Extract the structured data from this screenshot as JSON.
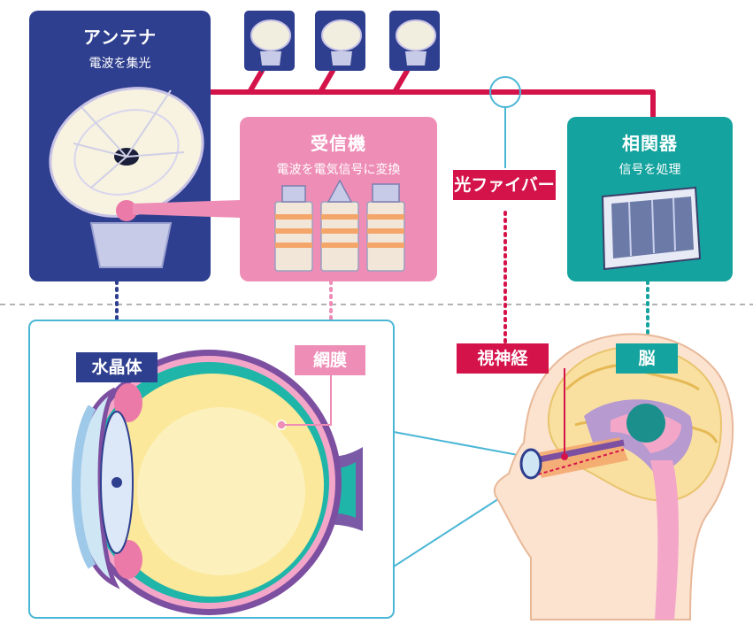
{
  "antenna": {
    "title": "アンテナ",
    "subtitle": "電波を集光"
  },
  "receiver": {
    "title": "受信機",
    "subtitle": "電波を電気信号に変換"
  },
  "correlator": {
    "title": "相関器",
    "subtitle": "信号を処理"
  },
  "fiber": {
    "label": "光ファイバー"
  },
  "eye": {
    "lens": "水晶体",
    "retina": "網膜"
  },
  "brain": {
    "optic_nerve": "視神経",
    "brain": "脳"
  },
  "colors": {
    "antenna_blue": "#2f3f8f",
    "receiver_pink": "#ee8db6",
    "correlator_teal": "#14a39e",
    "fiber_red": "#d4134a",
    "guide_cyan": "#4ab6d6",
    "skin": "#fbe3cf"
  }
}
